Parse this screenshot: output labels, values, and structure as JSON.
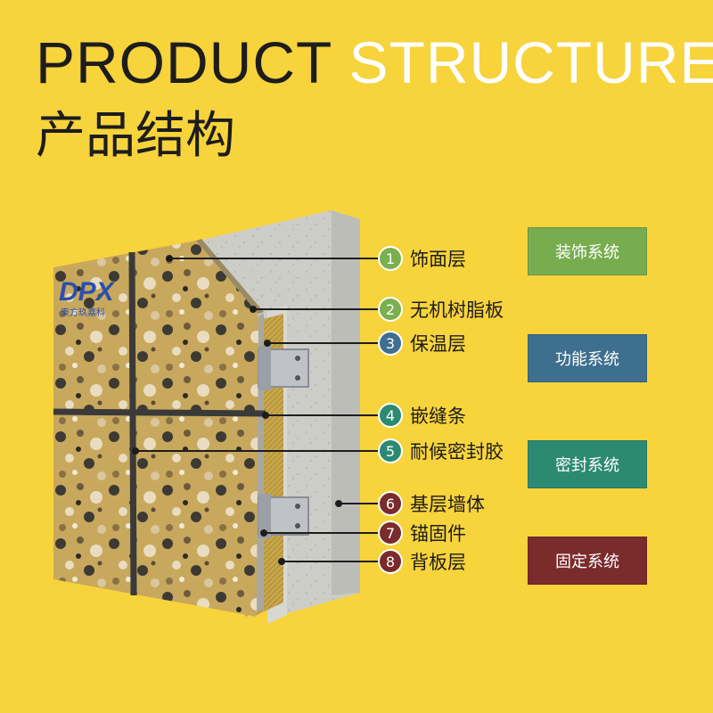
{
  "header": {
    "title_dark": "PRODUCT",
    "title_light": "STRUCTURE",
    "subtitle_cn": "产品结构"
  },
  "brand": {
    "logo_text": "DPX",
    "logo_subtext": "東方玖嘉科"
  },
  "layers": [
    {
      "num": "1",
      "label": "饰面层",
      "color": "#7ab04d"
    },
    {
      "num": "2",
      "label": "无机树脂板",
      "color": "#7ab04d"
    },
    {
      "num": "3",
      "label": "保温层",
      "color": "#3f6f8e"
    },
    {
      "num": "4",
      "label": "嵌缝条",
      "color": "#2d8a72"
    },
    {
      "num": "5",
      "label": "耐候密封胶",
      "color": "#2d8a72"
    },
    {
      "num": "6",
      "label": "基层墙体",
      "color": "#7a2b2b"
    },
    {
      "num": "7",
      "label": "锚固件",
      "color": "#7a2b2b"
    },
    {
      "num": "8",
      "label": "背板层",
      "color": "#7a2b2b"
    }
  ],
  "systems": [
    {
      "label": "装饰系统",
      "color": "#78ad4f"
    },
    {
      "label": "功能系统",
      "color": "#3f6f8e"
    },
    {
      "label": "密封系统",
      "color": "#2d8a72"
    },
    {
      "label": "固定系统",
      "color": "#7a2b2b"
    }
  ]
}
